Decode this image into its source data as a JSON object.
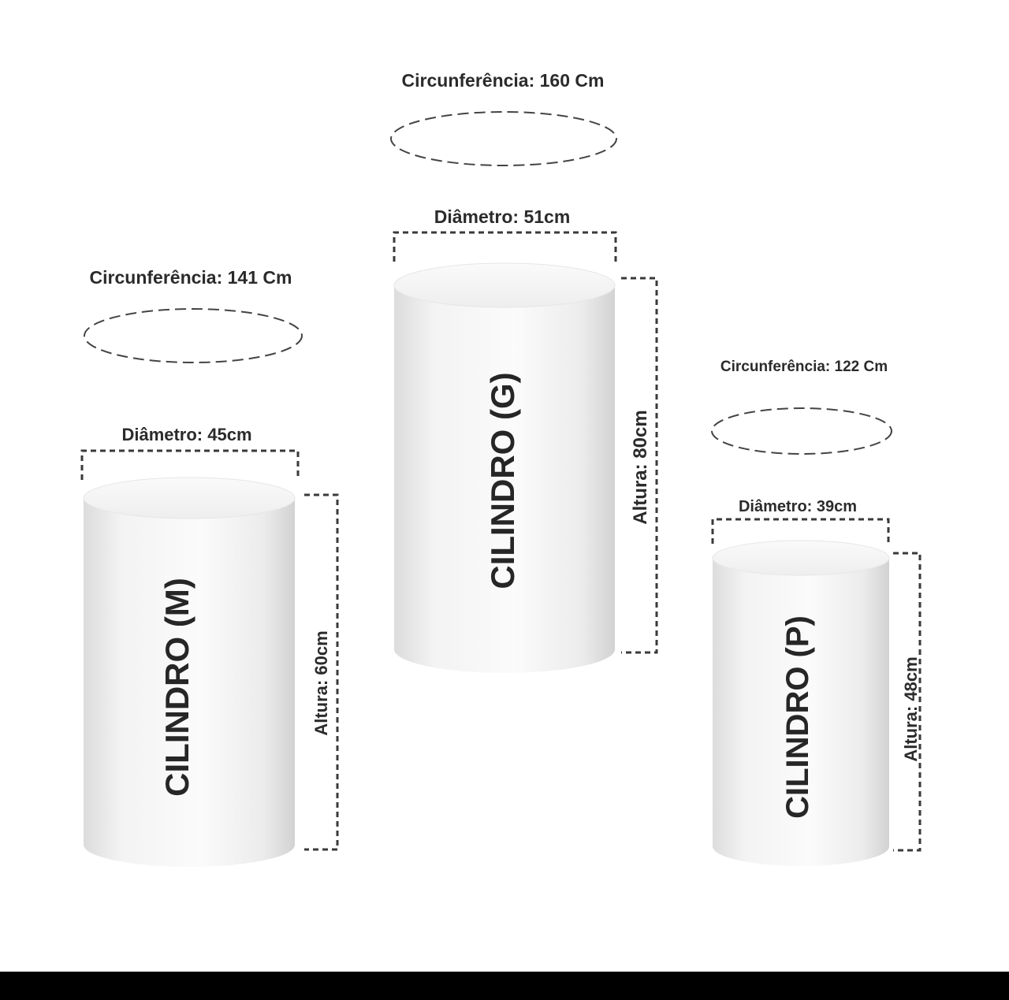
{
  "cylinders": {
    "m": {
      "name": "CILINDRO (M)",
      "circumference": "Circunferência: 141 Cm",
      "diameter": "Diâmetro: 45cm",
      "height": "Altura:  60cm"
    },
    "g": {
      "name": "CILINDRO (G)",
      "circumference": "Circunferência: 160 Cm",
      "diameter": "Diâmetro: 51cm",
      "height": "Altura:  80cm"
    },
    "p": {
      "name": "CILINDRO (P)",
      "circumference": "Circunferência: 122 Cm",
      "diameter": "Diâmetro: 39cm",
      "height": "Altura:  48cm"
    }
  },
  "colors": {
    "cylinder_body": "#f0f0f0",
    "cylinder_shade": "#d4d4d4",
    "dimension_line": "#3a3a3a",
    "bottom_bar": "#000000"
  }
}
